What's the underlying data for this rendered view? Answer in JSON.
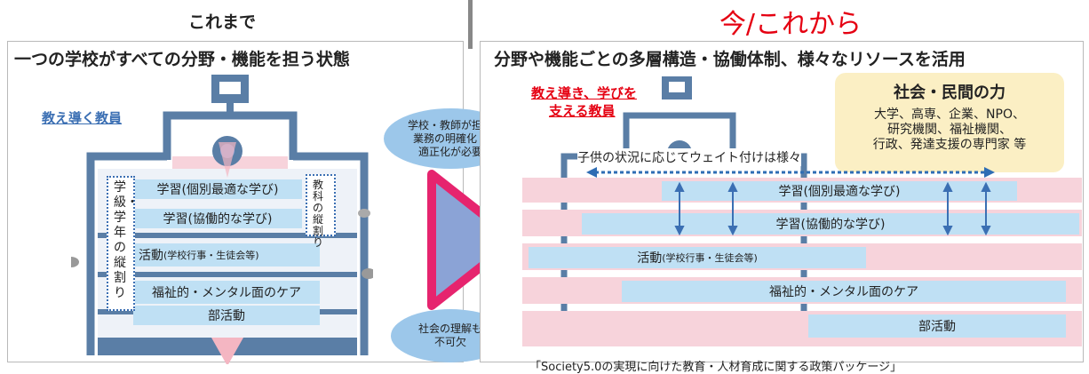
{
  "left": {
    "heading": "これまで",
    "title": "一つの学校がすべての分野・機能を担う状態",
    "teacher_label": "教え導く教員",
    "grade_label": "学級・学年の縦割り",
    "subject_label": "教科の縦割り",
    "rows": [
      {
        "main": "学習(個別最適な学び)",
        "sub": ""
      },
      {
        "main": "学習(協働的な学び)",
        "sub": ""
      },
      {
        "main": "活動",
        "sub": "(学校行事・生徒会等)"
      },
      {
        "main": "福祉的・メンタル面のケア",
        "sub": ""
      },
      {
        "main": "部活動",
        "sub": ""
      }
    ]
  },
  "middle": {
    "top_ellipse": "学校・教師が担う\n業務の明確化・\n適正化が必要",
    "bottom_ellipse": "社会の理解も\n不可欠"
  },
  "right": {
    "heading": "今/これから",
    "title": "分野や機能ごとの多層構造・協働体制、様々なリソースを活用",
    "teacher_label_1": "教え導き、学びを",
    "teacher_label_2": "支える教員",
    "society_title": "社会・民間の力",
    "society_lines": [
      "大学、高専、企業、NPO、",
      "研究機関、福祉機関、",
      "行政、発達支援の専門家 等"
    ],
    "weight_note": "子供の状況に応じてウェイト付けは様々",
    "rows": [
      {
        "main": "学習(個別最適な学び)",
        "sub": ""
      },
      {
        "main": "学習(協働的な学び)",
        "sub": ""
      },
      {
        "main": "活動",
        "sub": "(学校行事・生徒会等)"
      },
      {
        "main": "福祉的・メンタル面のケア",
        "sub": ""
      },
      {
        "main": "部活動",
        "sub": ""
      }
    ]
  },
  "footer_note": "「Society5.0の実現に向けた教育・人材育成に関する政策パッケージ」",
  "colors": {
    "pink": "#f4b6c2",
    "light_blue": "#bfe0f4",
    "school_blue": "#5a7ea6",
    "arrow_fill": "#8ba3d6",
    "arrow_border": "#e6246e",
    "red_text": "#e50012",
    "society_bg": "#fbefc4"
  }
}
